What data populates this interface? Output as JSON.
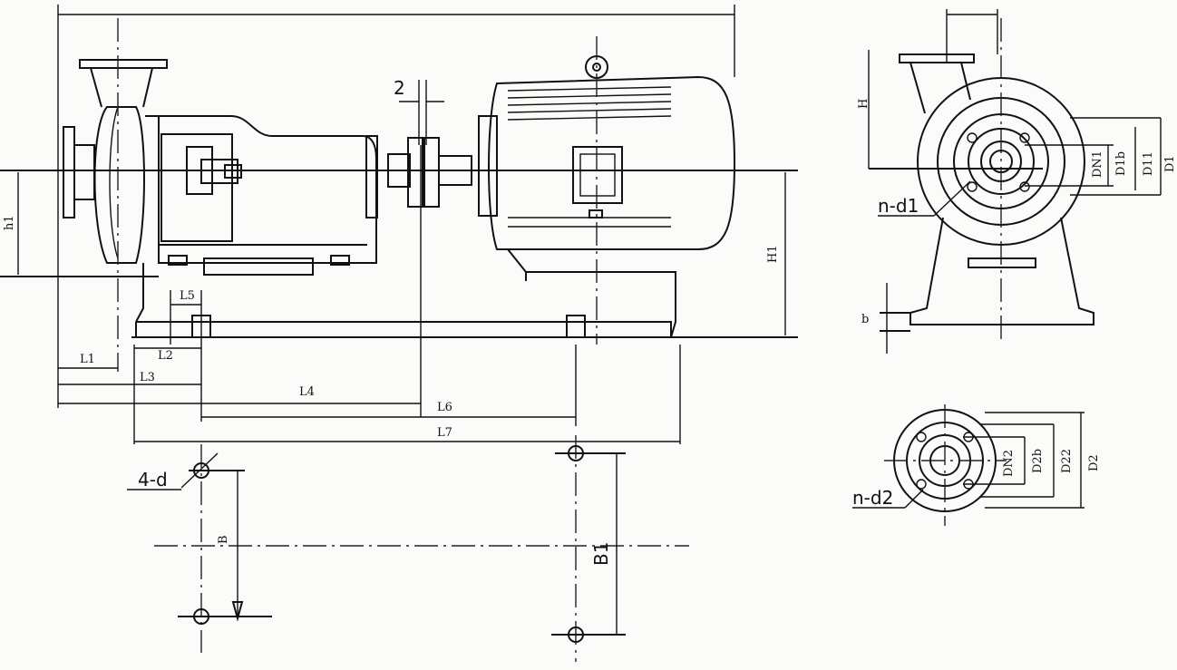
{
  "labels": {
    "coupling_gap": "2",
    "h1": "h1",
    "H1": "H1",
    "L1": "L1",
    "L2": "L2",
    "L3": "L3",
    "L4": "L4",
    "L5": "L5",
    "L6": "L6",
    "L7": "L7",
    "holes_4d": "4-d",
    "B": "B",
    "B1": "B1",
    "H": "H",
    "DN1": "DN1",
    "D11": "D11",
    "D1b": "D1b",
    "D1": "D1",
    "n_d1": "n-d1",
    "b": "b",
    "DN2": "DN2",
    "D2b": "D2b",
    "D22": "D22",
    "D2": "D2",
    "n_d2": "n-d2"
  }
}
